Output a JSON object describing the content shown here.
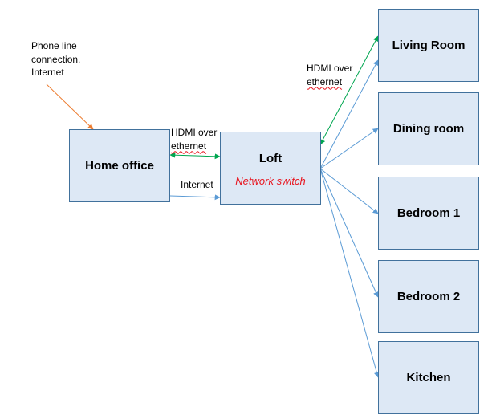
{
  "nodes": {
    "home_office": {
      "title": "Home office"
    },
    "loft": {
      "title": "Loft",
      "subtitle": "Network switch"
    },
    "living_room": {
      "title": "Living Room"
    },
    "dining_room": {
      "title": "Dining room"
    },
    "bedroom1": {
      "title": "Bedroom 1"
    },
    "bedroom2": {
      "title": "Bedroom 2"
    },
    "kitchen": {
      "title": "Kitchen"
    }
  },
  "labels": {
    "phone_line": [
      "Phone line",
      "connection.",
      "Internet"
    ],
    "hdmi_home": [
      "HDMI over",
      "ethernet"
    ],
    "internet_home": "Internet",
    "hdmi_living": [
      "HDMI over",
      "ethernet"
    ]
  },
  "colors": {
    "box_fill": "#dde8f5",
    "box_border": "#41719c",
    "internet_arrow": "#5b9bd5",
    "hdmi_arrow": "#00a650",
    "phone_arrow": "#ed7d31",
    "network_switch_text": "#e8141e"
  }
}
